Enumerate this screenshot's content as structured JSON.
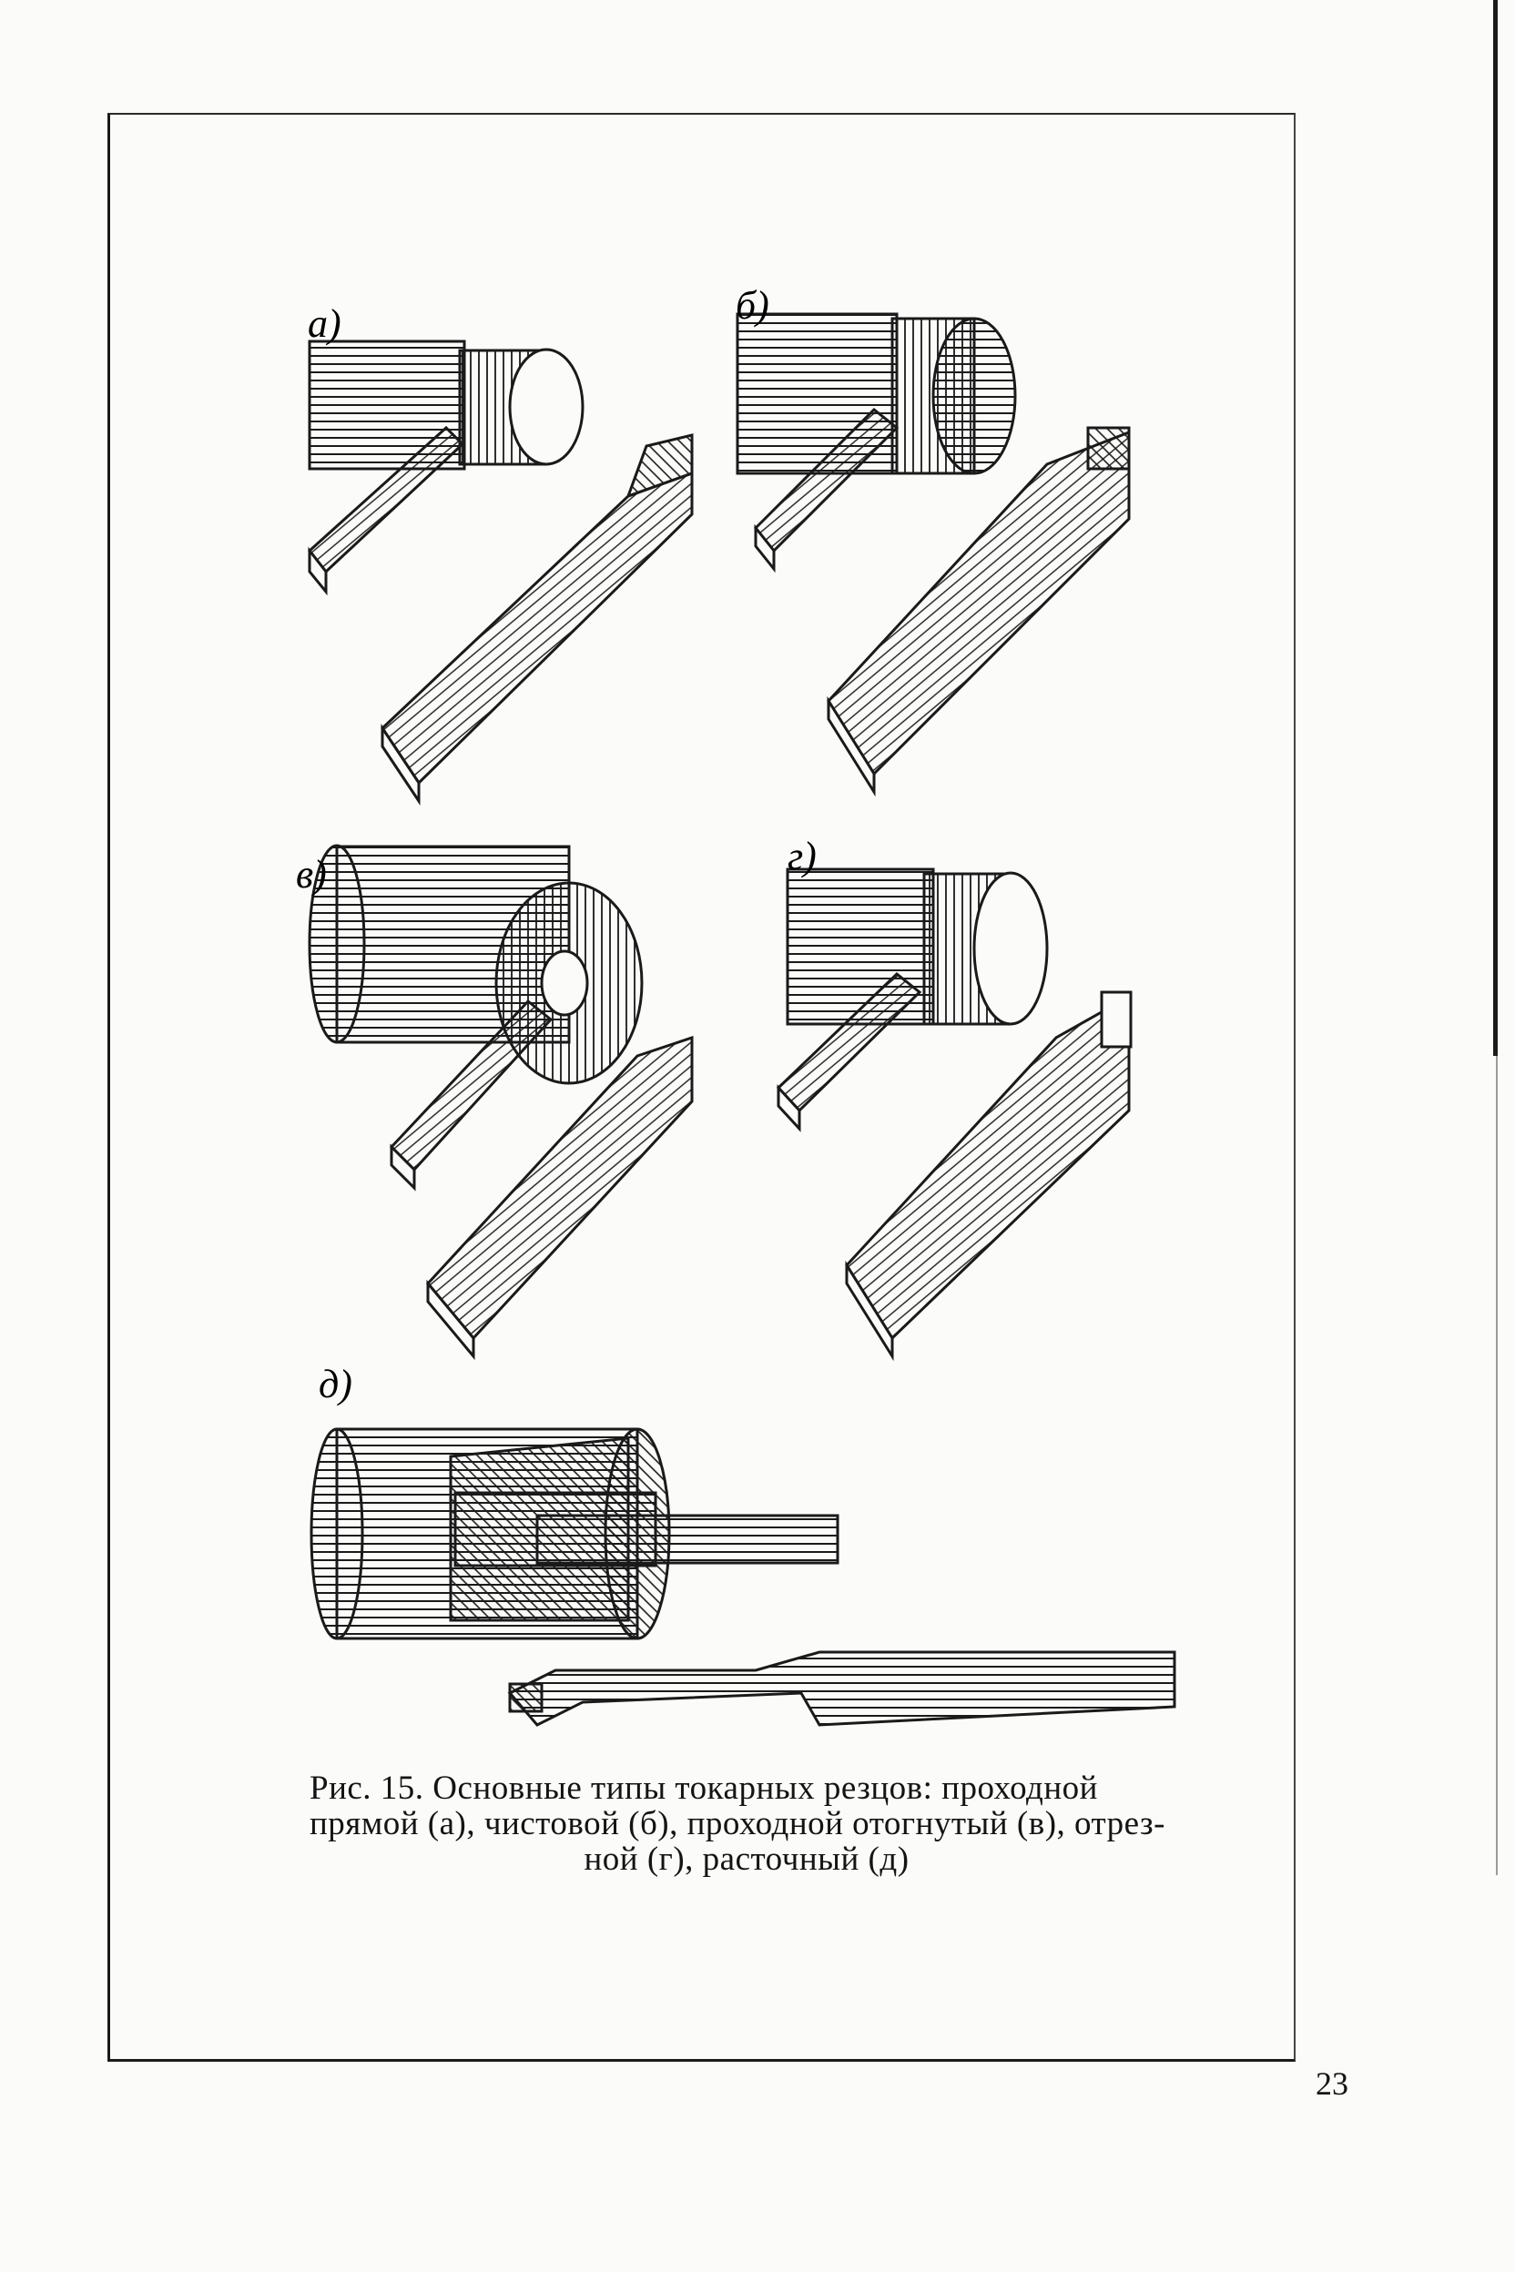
{
  "figure": {
    "panels": [
      {
        "id": "a",
        "label": "а)"
      },
      {
        "id": "b",
        "label": "б)"
      },
      {
        "id": "v",
        "label": "в)"
      },
      {
        "id": "g",
        "label": "г)"
      },
      {
        "id": "d",
        "label": "д)"
      }
    ],
    "caption": {
      "line1": "Рис. 15. Основные типы токарных резцов: проходной",
      "line2": "прямой (а), чистовой (б), проходной отогнутый (в), отрез-",
      "line3": "ной (г), расточный (д)"
    }
  },
  "page_number": "23",
  "colors": {
    "ink": "#141414",
    "paper": "#fbfbf9"
  }
}
